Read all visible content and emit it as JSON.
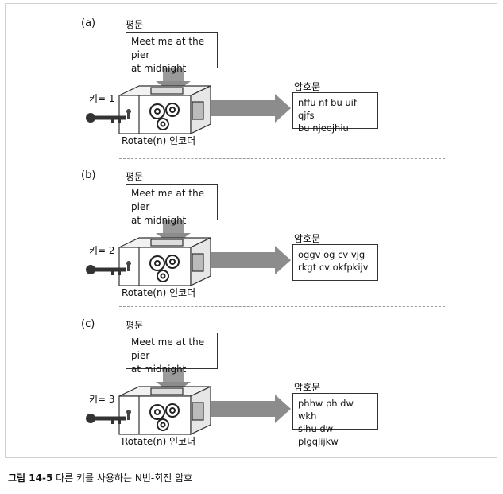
{
  "panels": [
    {
      "label": "(a)",
      "plaintext_heading": "평문",
      "plaintext_lines": [
        "Meet me at the pier",
        "at midnight"
      ],
      "key_label": "키= 1",
      "encoder_label": "Rotate(n) 인코더",
      "ciphertext_heading": "암호문",
      "ciphertext_lines": [
        "nffu nf bu uif qjfs",
        "bu njeojhiu"
      ]
    },
    {
      "label": "(b)",
      "plaintext_heading": "평문",
      "plaintext_lines": [
        "Meet me at the pier",
        "at midnight"
      ],
      "key_label": "키= 2",
      "encoder_label": "Rotate(n) 인코더",
      "ciphertext_heading": "암호문",
      "ciphertext_lines": [
        "oggv og cv vjg",
        "rkgt cv okfpkijv"
      ]
    },
    {
      "label": "(c)",
      "plaintext_heading": "평문",
      "plaintext_lines": [
        "Meet me at the pier",
        "at midnight"
      ],
      "key_label": "키= 3",
      "encoder_label": "Rotate(n) 인코더",
      "ciphertext_heading": "암호문",
      "ciphertext_lines": [
        "phhw ph dw wkh",
        "slhu dw plgqlijkw"
      ]
    }
  ],
  "caption": {
    "number": "그림 14-5",
    "text": "다른 키를 사용하는 N번-회전 암호"
  },
  "colors": {
    "arrow": "#8c8c8c",
    "box_line": "#333333",
    "divider": "#9a9a9a"
  }
}
